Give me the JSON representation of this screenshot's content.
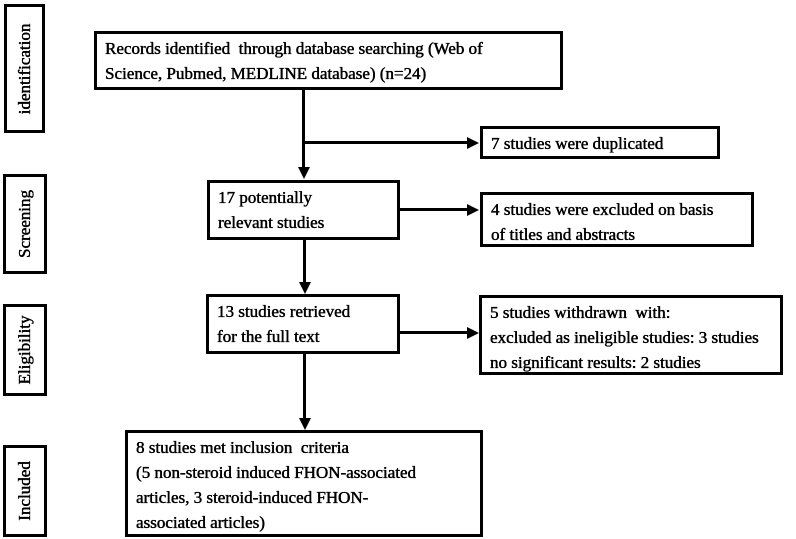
{
  "stages": [
    {
      "label": "identification"
    },
    {
      "label": "Screening"
    },
    {
      "label": "Eligibility"
    },
    {
      "label": "Included"
    }
  ],
  "boxes": {
    "records": {
      "lines": [
        "Records identified  through database searching (Web of",
        "Science, Pubmed, MEDLINE database) (n=24)"
      ]
    },
    "relevant": {
      "lines": [
        "17 potentially",
        "relevant studies"
      ]
    },
    "retrieved": {
      "lines": [
        "13 studies retrieved",
        "for the full text"
      ]
    },
    "included": {
      "lines": [
        "8 studies met inclusion  criteria",
        "(5 non-steroid induced FHON-associated",
        "articles, 3 steroid-induced FHON-",
        "associated articles)"
      ]
    },
    "duplicated": {
      "lines": [
        "7 studies were duplicated"
      ]
    },
    "excluded": {
      "lines": [
        "4 studies were excluded on basis",
        "of titles and abstracts"
      ]
    },
    "withdrawn": {
      "lines": [
        "5 studies withdrawn  with:",
        "excluded as ineligible studies: 3 studies",
        "no significant results: 2 studies"
      ]
    }
  },
  "colors": {
    "border": "#000000",
    "background": "#ffffff",
    "text": "#000000"
  }
}
